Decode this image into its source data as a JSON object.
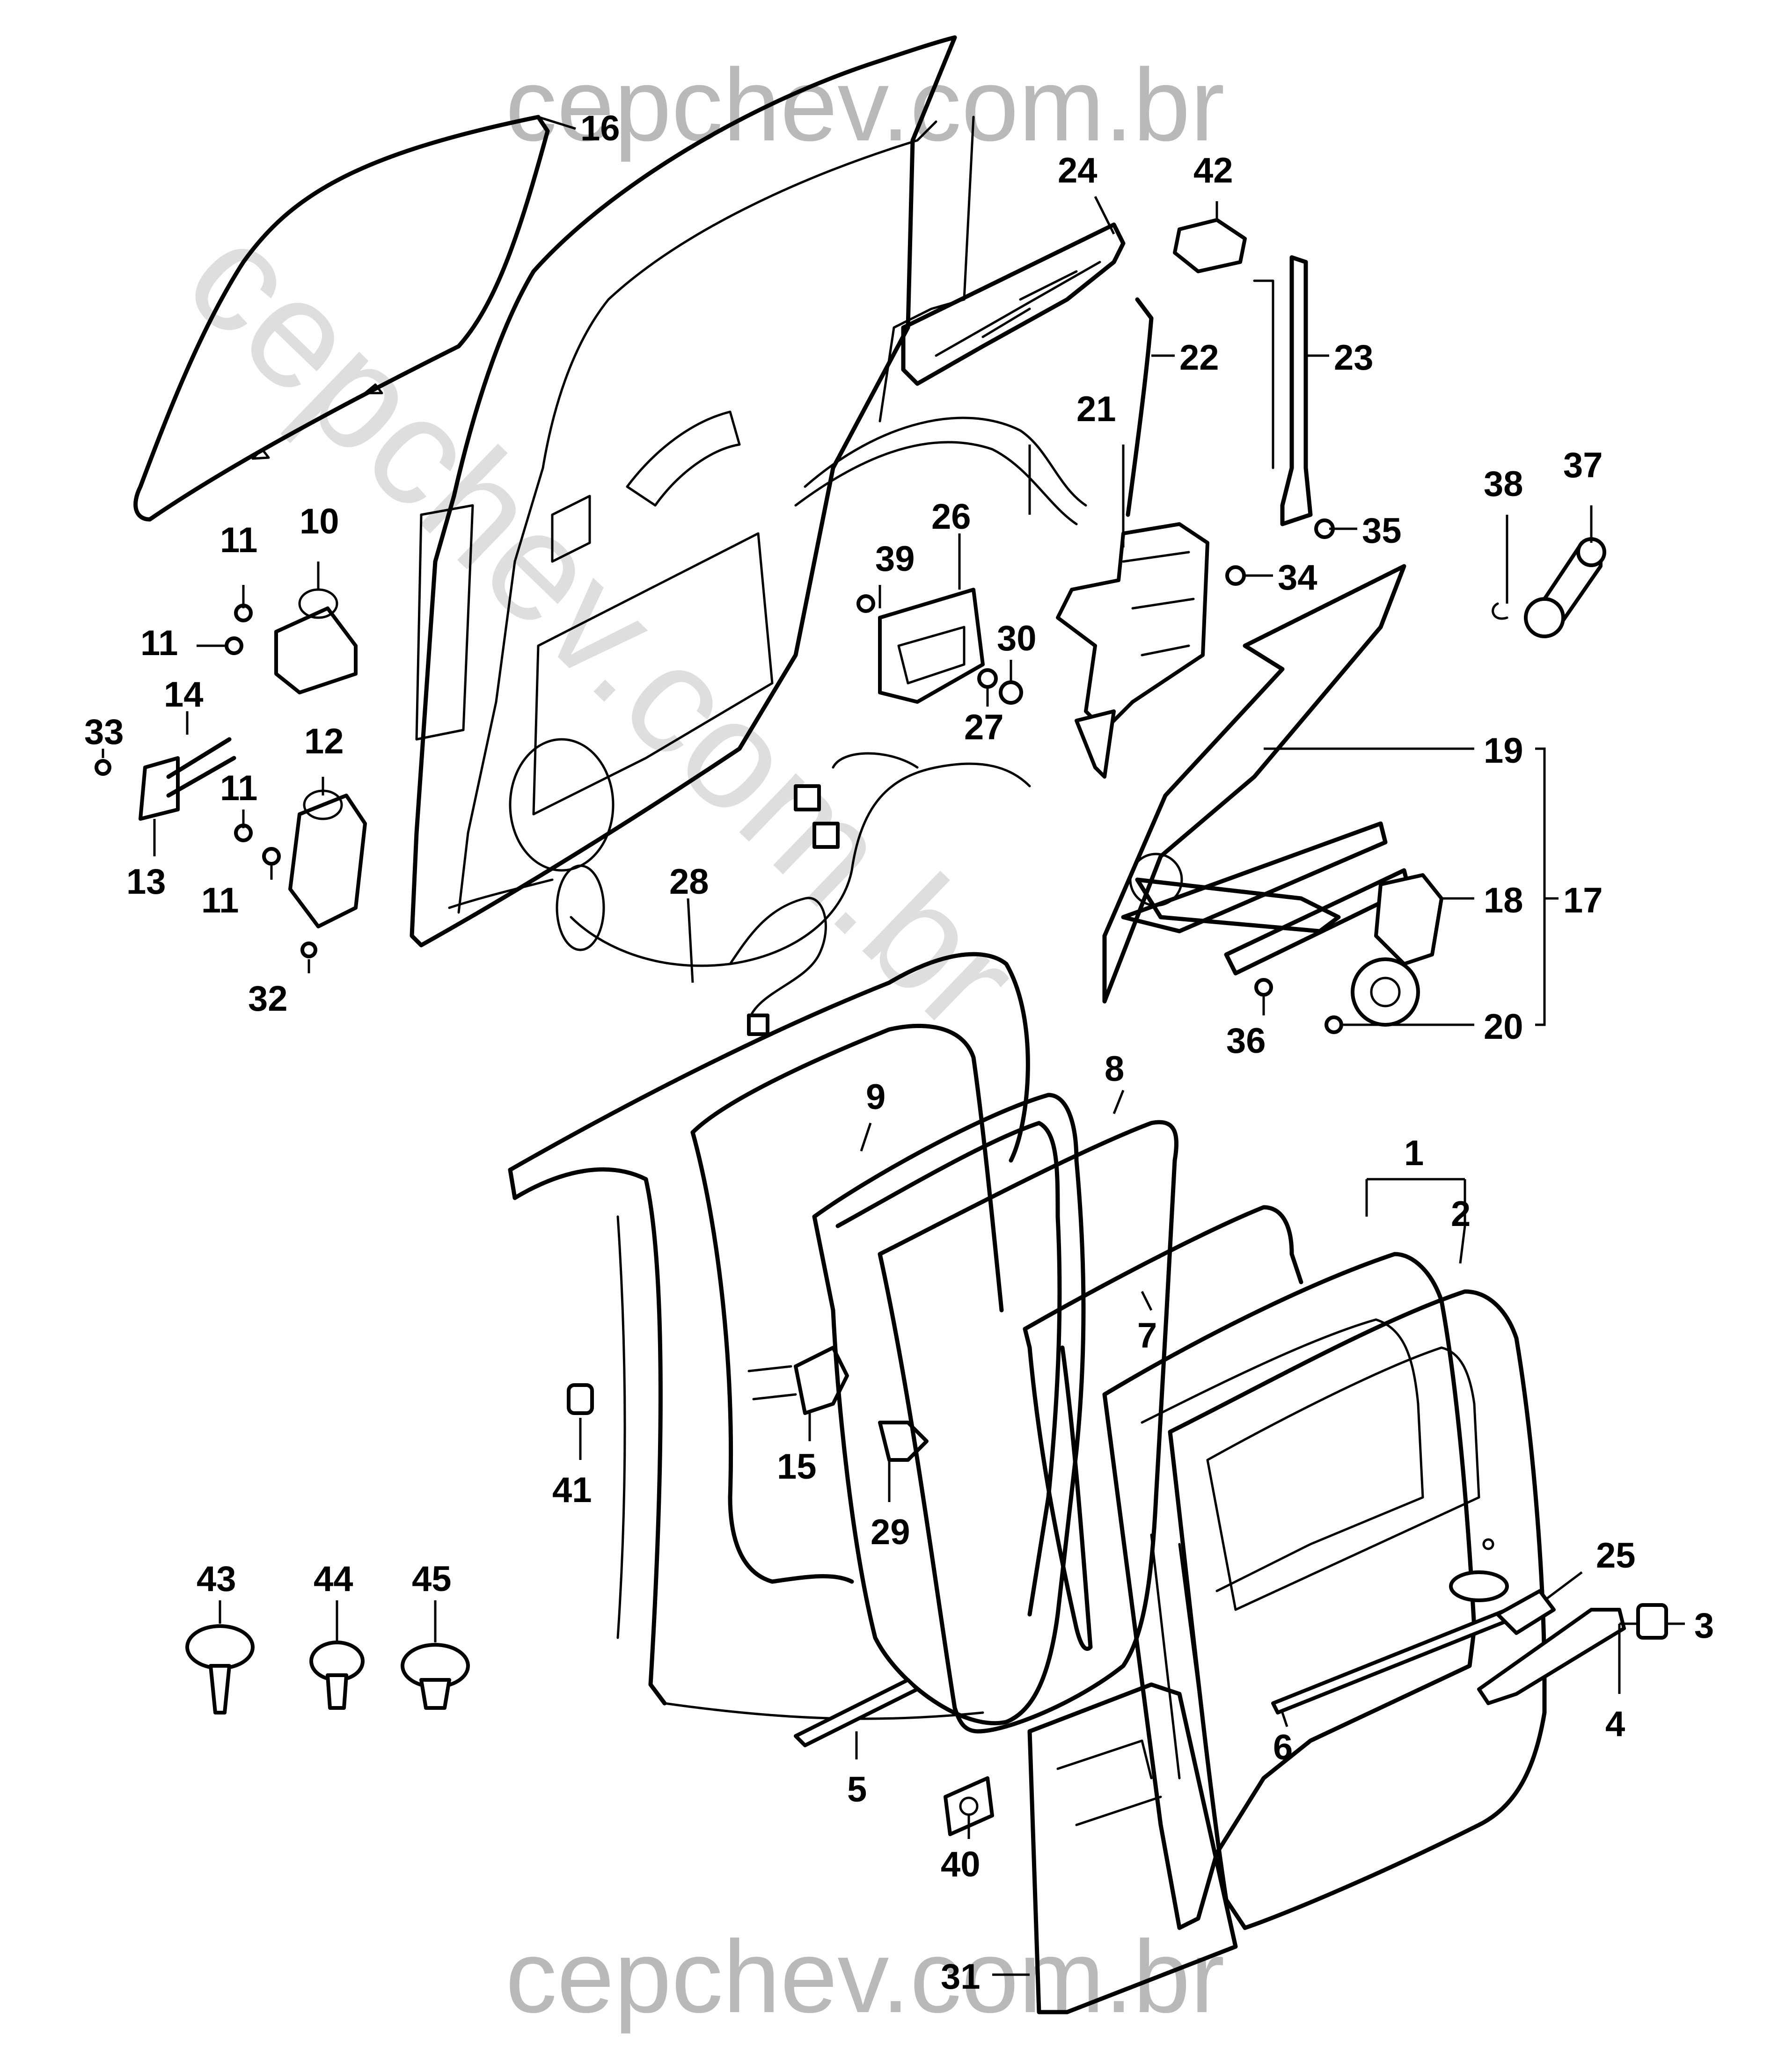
{
  "watermark": {
    "top": "cepchev.com.br",
    "bottom": "cepchev.com.br",
    "diagonal": "cepchev.com.br"
  },
  "callouts": {
    "c1": "1",
    "c2": "2",
    "c3": "3",
    "c4": "4",
    "c5": "5",
    "c6": "6",
    "c7": "7",
    "c8": "8",
    "c9": "9",
    "c10": "10",
    "c11a": "11",
    "c11b": "11",
    "c11c": "11",
    "c11d": "11",
    "c12": "12",
    "c13": "13",
    "c14": "14",
    "c15": "15",
    "c16": "16",
    "c17": "17",
    "c18": "18",
    "c19": "19",
    "c20a": "20",
    "c21": "21",
    "c22": "22",
    "c23": "23",
    "c24": "24",
    "c25": "25",
    "c26": "26",
    "c27": "27",
    "c28": "28",
    "c29": "29",
    "c30": "30",
    "c31": "31",
    "c32": "32",
    "c33": "33",
    "c34": "34",
    "c35": "35",
    "c36": "36",
    "c37": "37",
    "c38": "38",
    "c39": "39",
    "c40": "40",
    "c41": "41",
    "c42": "42",
    "c43": "43",
    "c44": "44",
    "c45": "45"
  }
}
